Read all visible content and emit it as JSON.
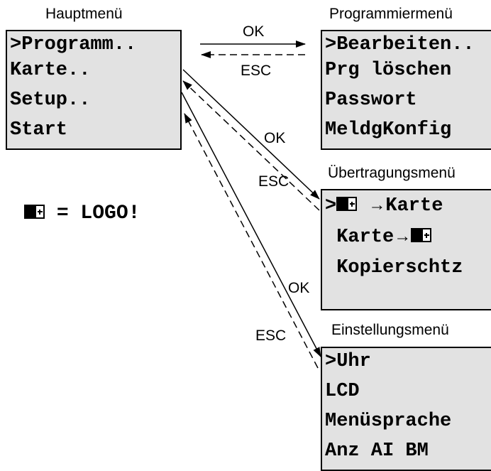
{
  "main_menu": {
    "title": "Hauptmenü",
    "items": [
      ">Programm..",
      " Karte..",
      " Setup..",
      " Start"
    ]
  },
  "program_menu": {
    "title": "Programmiermenü",
    "items": [
      ">Bearbeiten..",
      " Prg löschen",
      " Passwort",
      " MeldgKonfig"
    ]
  },
  "transfer_menu": {
    "title": "Übertragungsmenü",
    "line1_prefix": ">",
    "line1_arrow": "→",
    "line1_text": "Karte",
    "line2_text": "Karte",
    "line2_arrow": "→",
    "line3_text": "Kopierschtz"
  },
  "settings_menu": {
    "title": "Einstellungsmenü",
    "items": [
      ">Uhr",
      " LCD",
      " Menüsprache",
      " Anz AI BM"
    ]
  },
  "legend": {
    "equals_text": "= LOGO!",
    "icon": "logo-module-icon"
  },
  "arrows": {
    "ok_label": "OK",
    "esc_label": "ESC"
  }
}
